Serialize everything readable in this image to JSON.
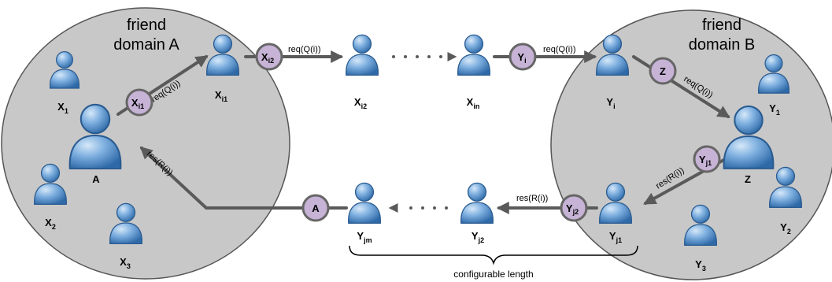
{
  "domains": [
    {
      "title_line1": "friend",
      "title_line2": "domain A"
    },
    {
      "title_line1": "friend",
      "title_line2": "domain B"
    }
  ],
  "users": {
    "A": {
      "main": "A",
      "sub": ""
    },
    "X1": {
      "main": "X",
      "sub": "1"
    },
    "X2": {
      "main": "X",
      "sub": "2"
    },
    "X3": {
      "main": "X",
      "sub": "3"
    },
    "Xi1": {
      "main": "X",
      "sub": "i1"
    },
    "Xi2": {
      "main": "X",
      "sub": "i2"
    },
    "Xin": {
      "main": "X",
      "sub": "in"
    },
    "Yi": {
      "main": "Y",
      "sub": "i"
    },
    "Y1": {
      "main": "Y",
      "sub": "1"
    },
    "Z": {
      "main": "Z",
      "sub": ""
    },
    "Y2": {
      "main": "Y",
      "sub": "2"
    },
    "Y3": {
      "main": "Y",
      "sub": "3"
    },
    "Yj1": {
      "main": "Y",
      "sub": "j1"
    },
    "Yj2": {
      "main": "Y",
      "sub": "j2"
    },
    "Yjm": {
      "main": "Y",
      "sub": "jm"
    }
  },
  "badges": {
    "Xi1": {
      "main": "X",
      "sub": "i1"
    },
    "Xi2": {
      "main": "X",
      "sub": "i2"
    },
    "Yi": {
      "main": "Y",
      "sub": "i"
    },
    "Z": {
      "main": "Z",
      "sub": ""
    },
    "Yj1": {
      "main": "Y",
      "sub": "j1"
    },
    "Yj2": {
      "main": "Y",
      "sub": "j2"
    },
    "A": {
      "main": "A",
      "sub": ""
    }
  },
  "messages": {
    "req": "req(Q(i))",
    "res": "res(R(i))"
  },
  "caption": "configurable length",
  "colors": {
    "domain_fill": "#c8c8c8",
    "domain_stroke": "#555555",
    "badge_fill": "#c6b3d6",
    "badge_stroke": "#666666",
    "arrow": "#5a5a5a",
    "person_light": "#a9cdee",
    "person_dark": "#2f6aa8"
  }
}
